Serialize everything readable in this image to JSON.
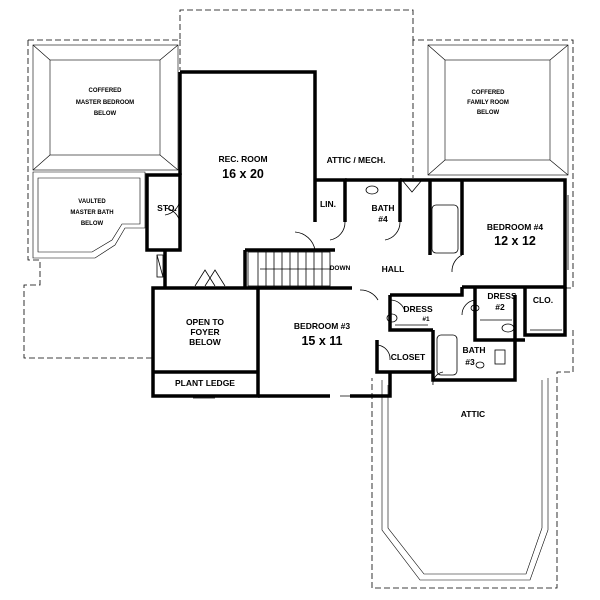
{
  "floorplan": {
    "rooms": {
      "coffered_master_bedroom": [
        "COFFERED",
        "MASTER BEDROOM",
        "BELOW"
      ],
      "coffered_family_room": [
        "COFFERED",
        "FAMILY ROOM",
        "BELOW"
      ],
      "vaulted_master_bath": [
        "VAULTED",
        "MASTER BATH",
        "BELOW"
      ],
      "rec_room": {
        "name": "REC. ROOM",
        "size": "16 x 20"
      },
      "attic_mech": "ATTIC / MECH.",
      "storage": "STO.",
      "linen": "LIN.",
      "bath4": [
        "BATH",
        "#4"
      ],
      "bedroom4": {
        "name": "BEDROOM #4",
        "size": "12 x 12"
      },
      "hall": "HALL",
      "stairs_down": "DOWN",
      "open_to_foyer": [
        "OPEN TO",
        "FOYER",
        "BELOW"
      ],
      "bedroom3": {
        "name": "BEDROOM #3",
        "size": "15 x 11"
      },
      "dress1": [
        "DRESS",
        "#1"
      ],
      "dress2": [
        "DRESS",
        "#2"
      ],
      "closet_main": "CLO.",
      "closet": "CLOSET",
      "bath3": [
        "BATH",
        "#3"
      ],
      "plant_ledge": "PLANT LEDGE",
      "attic": "ATTIC"
    }
  }
}
